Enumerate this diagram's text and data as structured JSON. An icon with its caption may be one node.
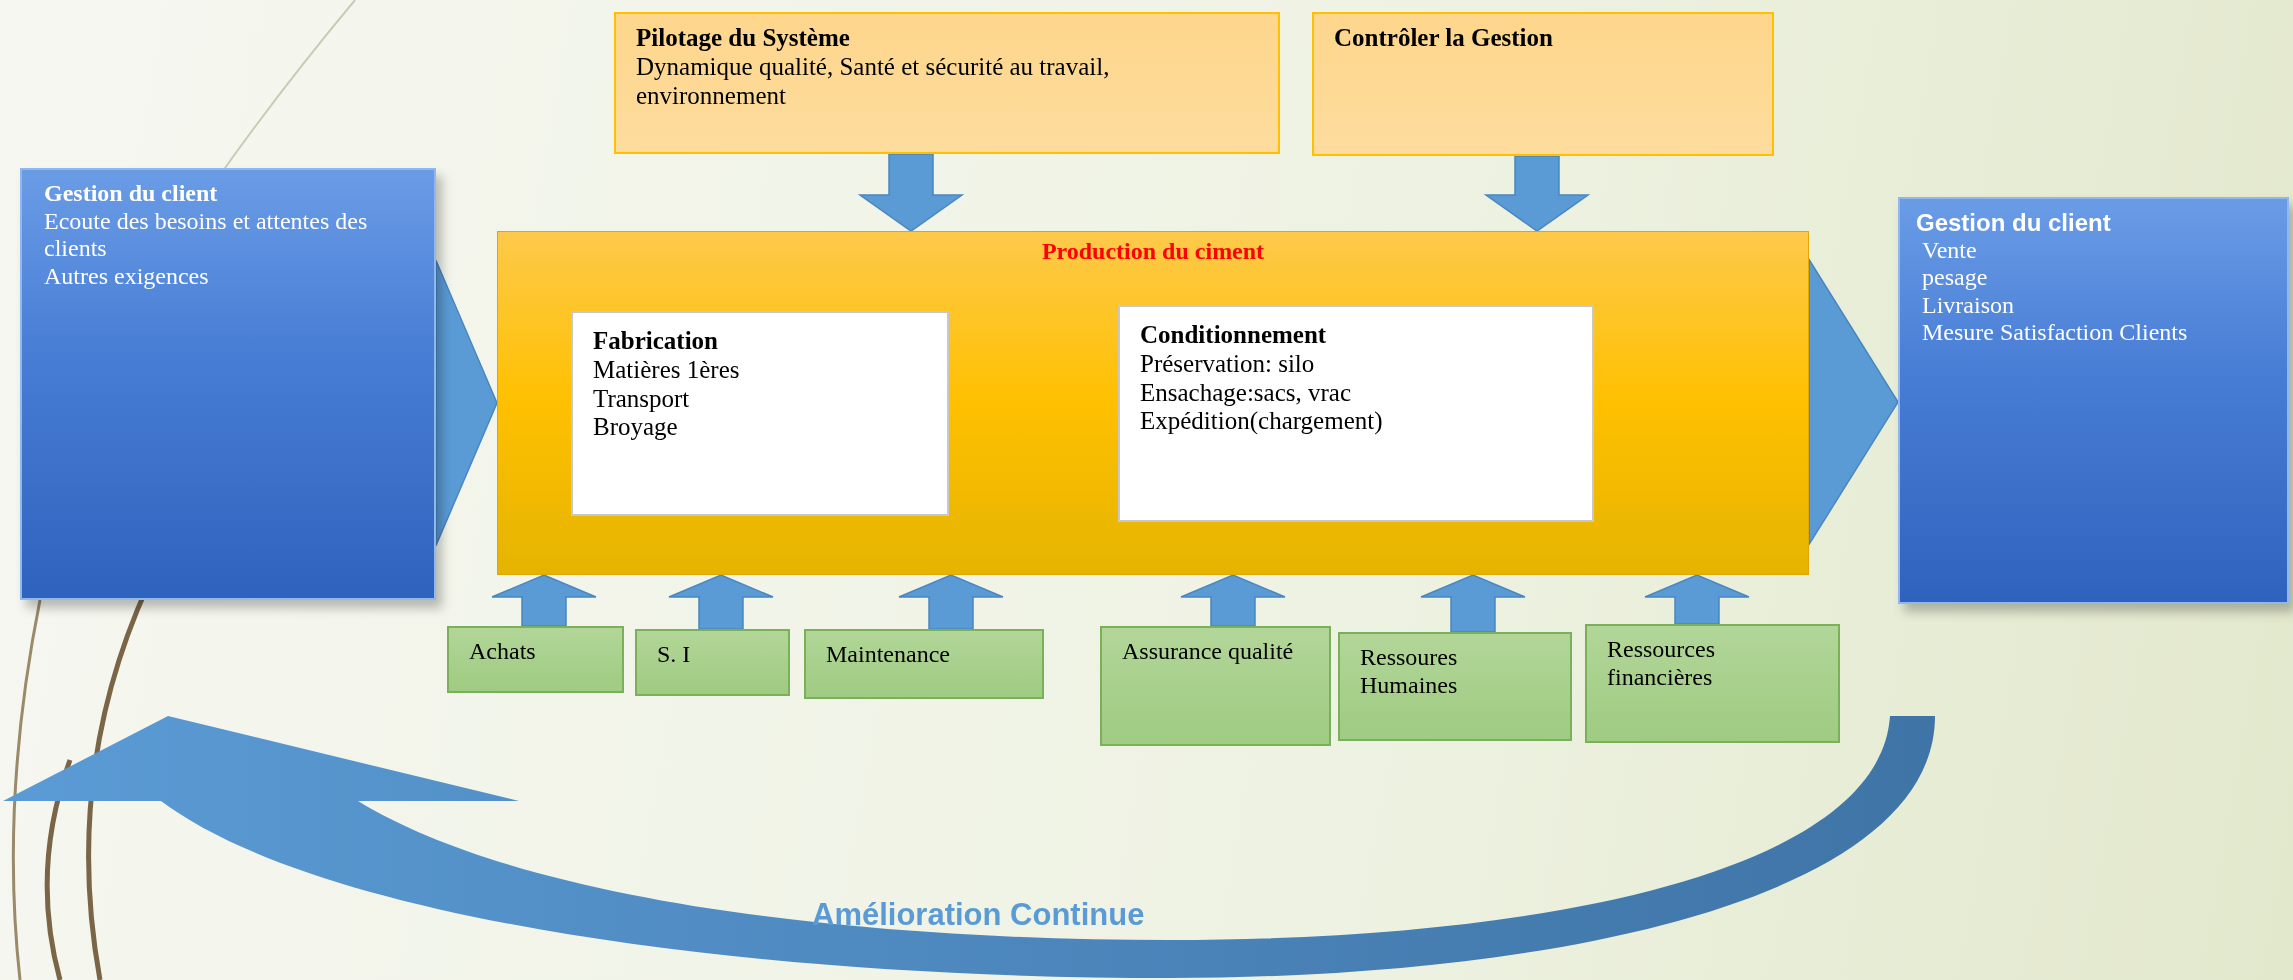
{
  "diagram": {
    "nodes": [
      {
        "text": [
          "Pilotage du Système",
          "Dynamique qualité, Santé et sécurité au travail, environnement"
        ]
      },
      {
        "text": [
          "Contrôler la Gestion"
        ]
      },
      {
        "text": [
          "Gestion du client",
          "Ecoute des besoins et attentes des clients",
          "Autres exigences"
        ]
      },
      {
        "text": [
          "Production du ciment"
        ]
      },
      {
        "text": [
          "Fabrication",
          "Matières 1ères",
          "Transport",
          "Broyage"
        ],
        "in": 3
      },
      {
        "text": [
          "Conditionnement",
          "Préservation: silo",
          "Ensachage:sacs, vrac",
          "Expédition(chargement)"
        ],
        "in": 3
      },
      {
        "text": [
          "Gestion du client",
          "Vente",
          "pesage",
          "Livraison",
          "Mesure Satisfaction Clients"
        ]
      },
      {
        "text": [
          "Achats"
        ]
      },
      {
        "text": [
          "S. I"
        ]
      },
      {
        "text": [
          "Maintenance"
        ]
      },
      {
        "text": [
          "Assurance qualité"
        ]
      },
      {
        "text": [
          "Ressoures Humaines"
        ]
      },
      {
        "text": [
          "Ressources financières"
        ]
      }
    ],
    "edges": [
      {
        "from": 0,
        "to": 3,
        "arrow": "to"
      },
      {
        "from": 1,
        "to": 3,
        "arrow": "to"
      },
      {
        "from": 2,
        "to": 3,
        "arrow": "to"
      },
      {
        "from": 3,
        "to": 6,
        "arrow": "to"
      },
      {
        "from": 7,
        "to": 3,
        "arrow": "to"
      },
      {
        "from": 8,
        "to": 3,
        "arrow": "to"
      },
      {
        "from": 9,
        "to": 3,
        "arrow": "to"
      },
      {
        "from": 10,
        "to": 3,
        "arrow": "to"
      },
      {
        "from": 11,
        "to": 3,
        "arrow": "to"
      },
      {
        "from": 12,
        "to": 3,
        "arrow": "to"
      }
    ],
    "labels": [
      "Amélioration Continue"
    ]
  }
}
